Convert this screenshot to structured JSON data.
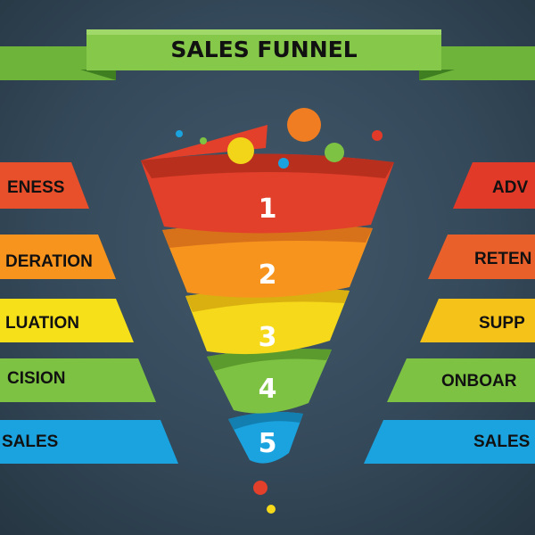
{
  "title": "SALES FUNNEL",
  "colors": {
    "background": "#34495a",
    "ribbon_green": "#7bc142",
    "ribbon_green_dark": "#4e9a2a",
    "red": "#e2402a",
    "orange": "#f79a1e",
    "yellow": "#f7e21a",
    "green": "#7dc242",
    "blue": "#1aa3df"
  },
  "funnel_layers": [
    {
      "number": "1",
      "color": "#e2402a"
    },
    {
      "number": "2",
      "color": "#f7941d"
    },
    {
      "number": "3",
      "color": "#f5d91a"
    },
    {
      "number": "4",
      "color": "#7dc242"
    },
    {
      "number": "5",
      "color": "#1aa3df"
    }
  ],
  "left_labels": [
    {
      "text": "ENESS",
      "color": "#e8502b"
    },
    {
      "text": "DERATION",
      "color": "#f7941d"
    },
    {
      "text": "LUATION",
      "color": "#f5e01a"
    },
    {
      "text": "CISION",
      "color": "#7dc242"
    },
    {
      "text": "SALES",
      "color": "#1aa3df"
    }
  ],
  "right_labels": [
    {
      "text": "ADV",
      "color": "#e23a28"
    },
    {
      "text": "RETEN",
      "color": "#e9602b"
    },
    {
      "text": "SUPP",
      "color": "#f5c21a"
    },
    {
      "text": "ONBOAR",
      "color": "#7dc242"
    },
    {
      "text": "SALES",
      "color": "#1aa3df"
    }
  ],
  "balls": [
    {
      "name": "ball-orange-large",
      "color": "#f07d22"
    },
    {
      "name": "ball-yellow",
      "color": "#f2d419"
    },
    {
      "name": "ball-green",
      "color": "#7dc242"
    },
    {
      "name": "ball-blue-small",
      "color": "#1aa3df"
    },
    {
      "name": "ball-red-small",
      "color": "#e23a28"
    },
    {
      "name": "ball-green-small",
      "color": "#7dc242"
    },
    {
      "name": "ball-blue-tiny",
      "color": "#1aa3df"
    },
    {
      "name": "ball-red-bottom",
      "color": "#e2402a"
    },
    {
      "name": "ball-yellow-bottom",
      "color": "#f5d91a"
    }
  ]
}
